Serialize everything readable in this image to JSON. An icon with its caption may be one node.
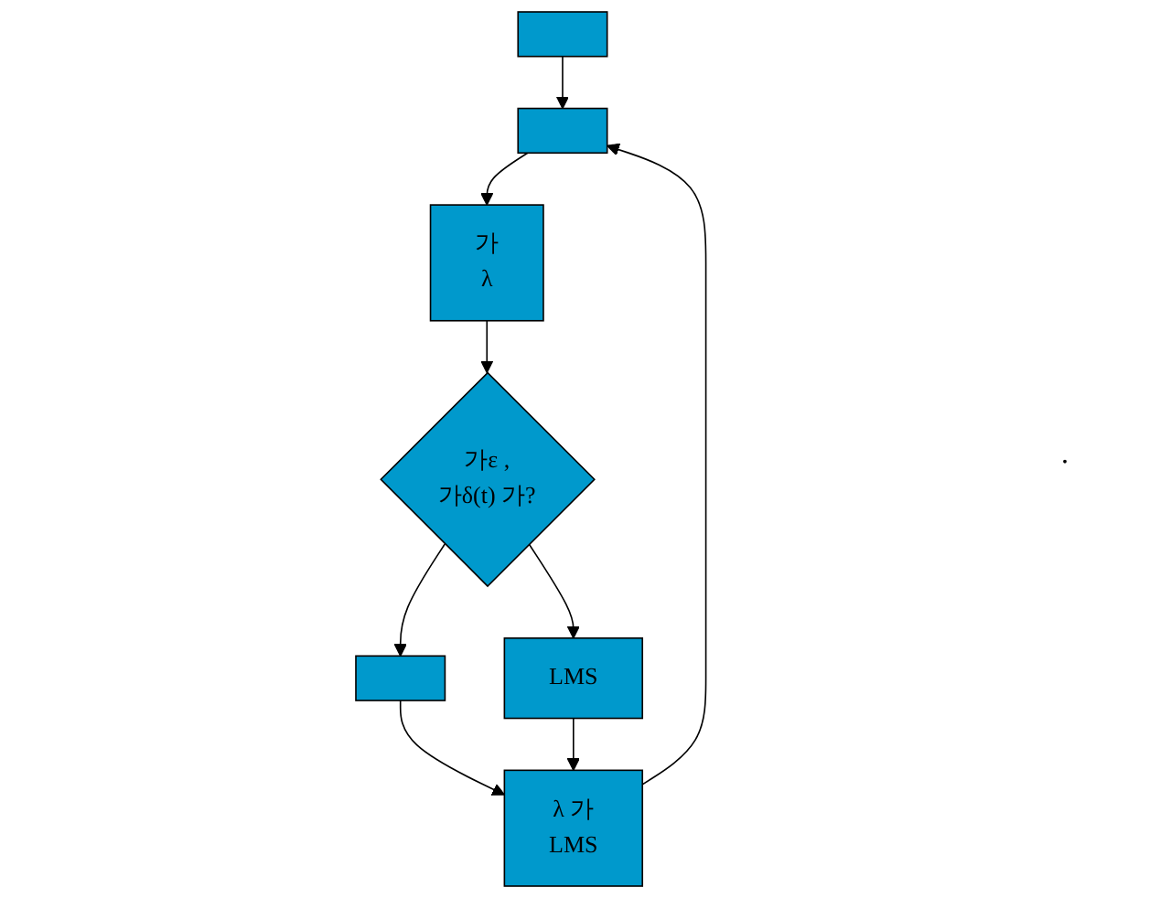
{
  "diagram": {
    "nodes": [
      {
        "text": [],
        "shape": "box"
      },
      {
        "text": [],
        "shape": "box"
      },
      {
        "text": [
          "가",
          "λ"
        ]
      },
      {
        "text": [
          "가ε ,",
          "가δ(t) 가?"
        ]
      },
      {
        "text": [],
        "shape": "box"
      },
      {
        "text": [
          "LMS"
        ]
      },
      {
        "text": [
          "λ 가",
          "LMS"
        ]
      }
    ],
    "edges": [
      {
        "from": 0,
        "to": 1,
        "arrow": "to"
      },
      {
        "from": 6,
        "to": 1,
        "arrow": "to"
      },
      {
        "from": 1,
        "to": 2,
        "arrow": "to"
      },
      {
        "from": 2,
        "to": 3,
        "arrow": "to"
      },
      {
        "from": 3,
        "to": 4,
        "arrow": "to"
      },
      {
        "from": 3,
        "to": 5,
        "arrow": "to"
      },
      {
        "from": 4,
        "to": 6,
        "arrow": "to"
      },
      {
        "from": 5,
        "to": 6,
        "arrow": "to"
      }
    ],
    "labels": [
      "."
    ]
  }
}
